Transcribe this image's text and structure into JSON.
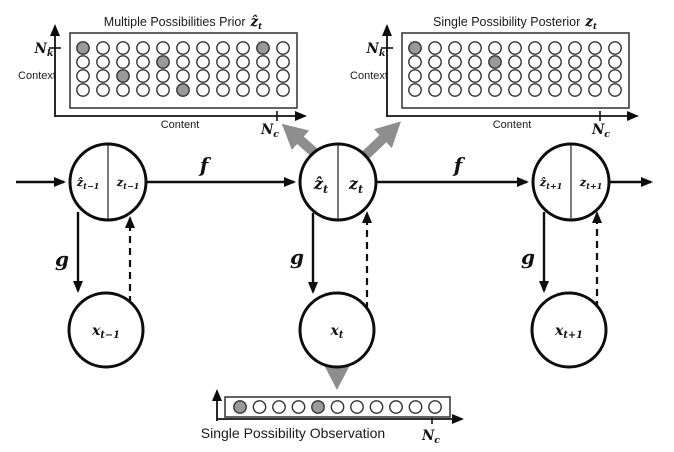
{
  "colors": {
    "filled_cell": "#999999",
    "thick_arrow": "#8e8e8e",
    "line": "#111111"
  },
  "titles": {
    "prior": "Multiple Possibilities Prior",
    "prior_math": {
      "main": "ẑ",
      "sub": "t"
    },
    "posterior": "Single Possibility Posterior",
    "posterior_math": {
      "main": "z",
      "sub": "t"
    },
    "observation": "Single Possibility Observation"
  },
  "axis_labels": {
    "nk_main": "N",
    "nk_sub": "k",
    "nc_main": "N",
    "nc_sub": "c",
    "context": "Context",
    "content": "Content"
  },
  "prior_grid": {
    "rows": 4,
    "cols": 11,
    "filled": [
      [
        0,
        0
      ],
      [
        0,
        9
      ],
      [
        1,
        4
      ],
      [
        2,
        2
      ],
      [
        3,
        5
      ]
    ]
  },
  "posterior_grid": {
    "rows": 4,
    "cols": 11,
    "filled": [
      [
        0,
        0
      ],
      [
        1,
        4
      ]
    ]
  },
  "observation_grid": {
    "rows": 1,
    "cols": 11,
    "filled": [
      [
        0,
        0
      ],
      [
        0,
        4
      ]
    ]
  },
  "nodes": {
    "z_prev": {
      "left": {
        "main": "ẑ",
        "sub": "t−1"
      },
      "right": {
        "main": "z",
        "sub": "t−1"
      }
    },
    "z_cur": {
      "left": {
        "main": "ẑ",
        "sub": "t"
      },
      "right": {
        "main": "z",
        "sub": "t"
      }
    },
    "z_next": {
      "left": {
        "main": "ẑ",
        "sub": "t+1"
      },
      "right": {
        "main": "z",
        "sub": "t+1"
      }
    },
    "x_prev": {
      "main": "x",
      "sub": "t−1"
    },
    "x_cur": {
      "main": "x",
      "sub": "t"
    },
    "x_next": {
      "main": "x",
      "sub": "t+1"
    }
  },
  "edge_labels": {
    "f": "f",
    "g": "g"
  }
}
